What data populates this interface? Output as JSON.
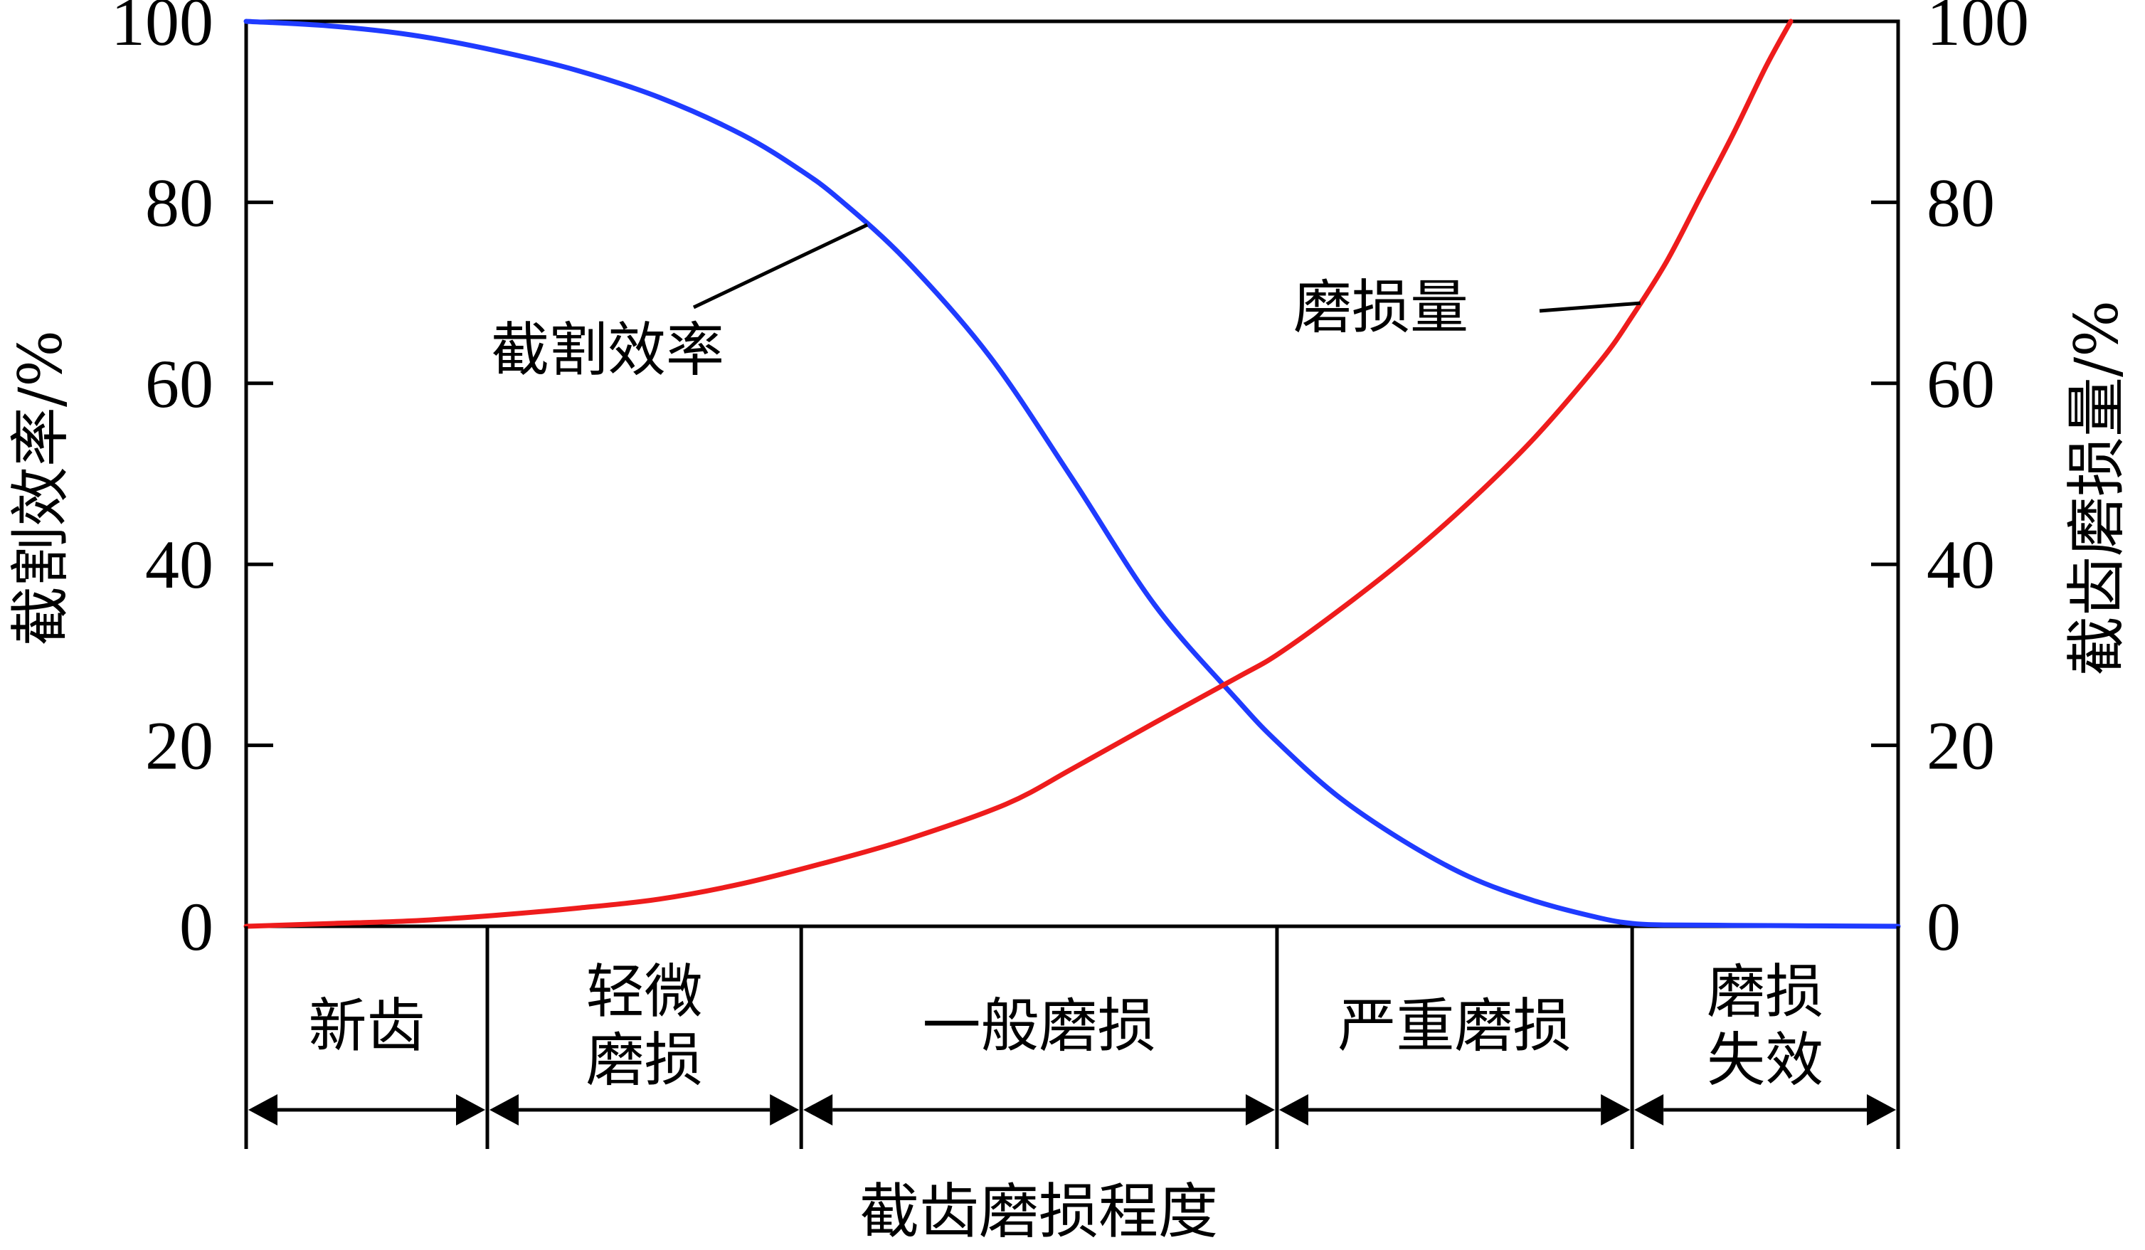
{
  "chart_data": {
    "type": "line",
    "title": "",
    "xlabel": "截齿磨损程度",
    "ylabel_left": "截割效率/%",
    "ylabel_right": "截齿磨损量/%",
    "ylim_left": [
      0,
      100
    ],
    "ylim_right": [
      0,
      100
    ],
    "yticks_left": [
      "0",
      "20",
      "40",
      "60",
      "80",
      "100"
    ],
    "yticks_right": [
      "0",
      "20",
      "40",
      "60",
      "80",
      "100"
    ],
    "xlim": [
      0,
      100
    ],
    "grid": false,
    "stages": [
      {
        "lines": [
          "新齿"
        ],
        "start": 0,
        "end": 14.6
      },
      {
        "lines": [
          "轻微",
          "磨损"
        ],
        "start": 14.6,
        "end": 33.6
      },
      {
        "lines": [
          "一般磨损"
        ],
        "start": 33.6,
        "end": 62.4
      },
      {
        "lines": [
          "严重磨损"
        ],
        "start": 62.4,
        "end": 83.9
      },
      {
        "lines": [
          "磨损",
          "失效"
        ],
        "start": 83.9,
        "end": 100
      }
    ],
    "series": [
      {
        "name": "截割效率",
        "axis": "left",
        "color": "#1f3bff",
        "x": [
          0,
          5,
          10,
          15,
          20,
          25,
          30,
          33.6,
          36,
          40,
          45,
          50,
          55,
          60,
          62.4,
          66,
          70,
          74,
          78,
          82,
          84,
          86,
          90,
          95,
          100
        ],
        "y": [
          100,
          99.5,
          98.5,
          96.8,
          94.6,
          91.6,
          87.5,
          83.5,
          80.2,
          73.5,
          63,
          49.5,
          35.5,
          25,
          20.4,
          14.5,
          9.5,
          5.5,
          2.8,
          0.9,
          0.3,
          0.15,
          0.1,
          0.05,
          0
        ]
      },
      {
        "name": "磨损量",
        "axis": "right",
        "color": "#ee1c1c",
        "x": [
          0,
          5,
          10,
          15,
          20,
          25,
          30,
          35,
          40,
          46,
          50,
          55,
          60,
          62.4,
          66,
          70,
          74,
          78,
          82,
          84,
          86,
          88,
          90,
          92,
          93.5
        ],
        "y": [
          0,
          0.3,
          0.6,
          1.2,
          2,
          3,
          4.7,
          7,
          9.6,
          13.5,
          17.4,
          22.5,
          27.5,
          30,
          34.7,
          40.4,
          46.8,
          54,
          62.5,
          67.7,
          73.5,
          80.5,
          87.5,
          95,
          100
        ]
      }
    ],
    "annotations": [
      {
        "text": "截割效率",
        "series": "截割效率",
        "point_x": 37.6
      },
      {
        "text": "磨损量",
        "series": "磨损量",
        "point_x": 84.4
      }
    ]
  }
}
